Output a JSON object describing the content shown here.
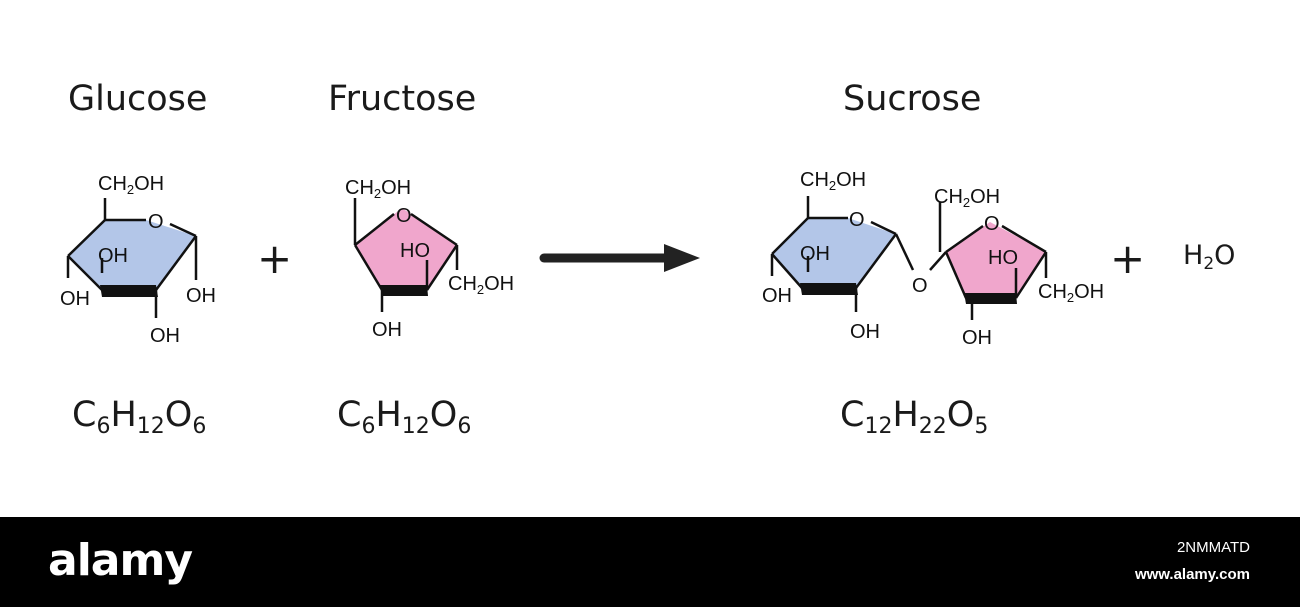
{
  "names": {
    "glucose": "Glucose",
    "fructose": "Fructose",
    "sucrose": "Sucrose"
  },
  "formulas": {
    "glucose": {
      "c": "C",
      "c_n": "6",
      "h": "H",
      "h_n": "12",
      "o": "O",
      "o_n": "6"
    },
    "fructose": {
      "c": "C",
      "c_n": "6",
      "h": "H",
      "h_n": "12",
      "o": "O",
      "o_n": "6"
    },
    "sucrose": {
      "c": "C",
      "c_n": "12",
      "h": "H",
      "h_n": "22",
      "o": "O",
      "o_n": "5"
    }
  },
  "operators": {
    "plus": "+"
  },
  "water": {
    "h": "H",
    "h_n": "2",
    "o": "O"
  },
  "labels": {
    "ch2oh_a": "CH",
    "ch2oh_2": "2",
    "ch2oh_b": "OH",
    "oh": "OH",
    "ho": "HO",
    "o": "O"
  },
  "colors": {
    "glucose_ring": "#b3c6e8",
    "fructose_ring": "#f0a6cc",
    "arrow": "#222222",
    "banner": "#000000"
  },
  "footer": {
    "brand": "alamy",
    "image_id": "2NMMATD",
    "site": "www.alamy.com"
  }
}
